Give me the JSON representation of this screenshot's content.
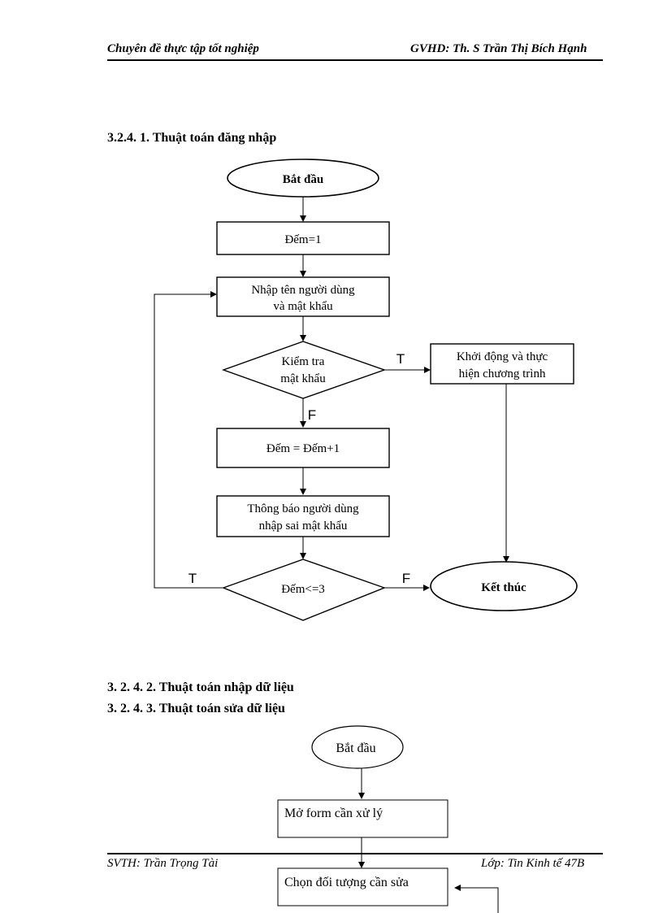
{
  "header": {
    "left": "Chuyên đề thực tập tốt nghiệp",
    "right": "GVHD: Th. S Trần Thị Bích Hạnh"
  },
  "sections": {
    "s1": "3.2.4. 1. Thuật toán đăng nhập",
    "s2": "3. 2. 4. 2. Thuật toán nhập  dữ liệu",
    "s3": "3. 2. 4. 3. Thuật toán sửa dữ liệu"
  },
  "flow1": {
    "start": "Bắt đầu",
    "init": "Đếm=1",
    "input_l1": "Nhập tên người dùng",
    "input_l2": "và mật khẩu",
    "check_l1": "Kiểm tra",
    "check_l2": "mật khẩu",
    "run_l1": "Khởi động và thực",
    "run_l2": "hiện chương trình",
    "incr": "Đếm = Đếm+1",
    "notify_l1": "Thông báo người dùng",
    "notify_l2": "nhập sai mật khẩu",
    "cond": "Đếm<=3",
    "end": "Kết thúc",
    "label_T1": "T",
    "label_F1": "F",
    "label_T2": "T",
    "label_F2": "F"
  },
  "flow2": {
    "start": "Bắt đầu",
    "open_form": "Mở form cần xử lý",
    "select_obj": "Chọn đối tượng cần sửa"
  },
  "footer": {
    "left": "SVTH: Trần Trọng Tài",
    "right": "Lớp: Tin Kinh tế 47B"
  }
}
